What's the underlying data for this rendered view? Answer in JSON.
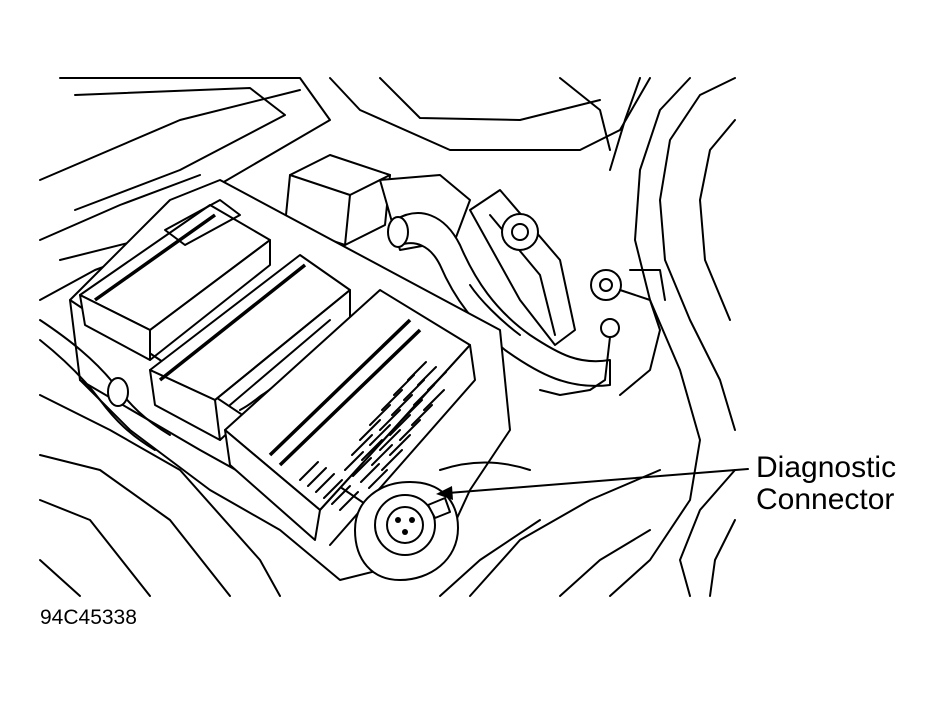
{
  "figure": {
    "callout_label": [
      "Diagnostic",
      "Connector"
    ],
    "figure_id": "94C45338"
  },
  "colors": {
    "line": "#000000",
    "background": "#ffffff"
  }
}
